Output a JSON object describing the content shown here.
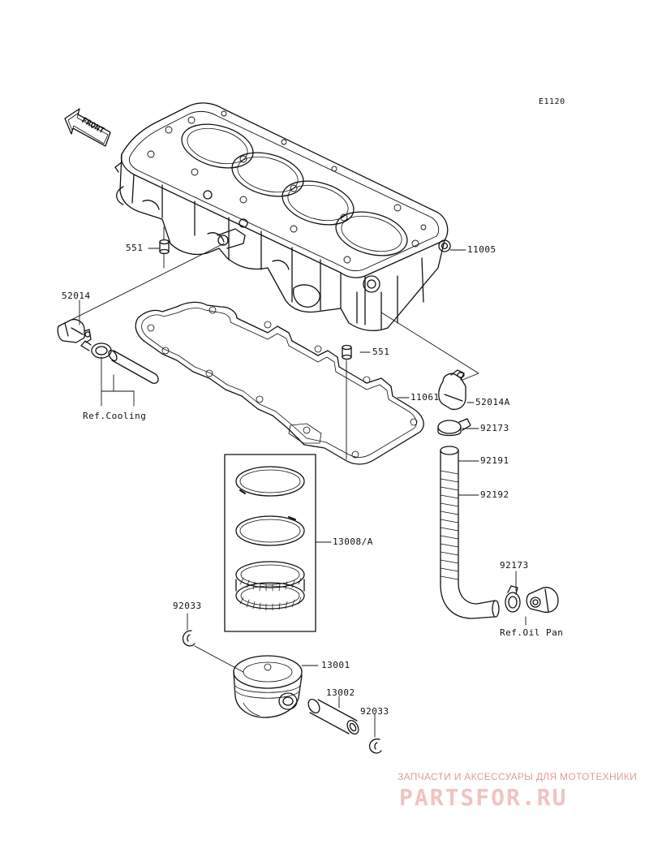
{
  "diagram": {
    "code": "E1120",
    "front_label": "FRONT",
    "parts": {
      "p11005": "11005",
      "p551a": "551",
      "p551b": "551",
      "p52014": "52014",
      "p52014a": "52014A",
      "p92173a": "92173",
      "p11061": "11061",
      "p92191": "92191",
      "p92192": "92192",
      "p13008": "13008/A",
      "p92173b": "92173",
      "p92033a": "92033",
      "p13001": "13001",
      "p13002": "13002",
      "p92033b": "92033"
    },
    "refs": {
      "cooling": "Ref.Cooling",
      "oil_pan": "Ref.Oil Pan"
    }
  },
  "watermark": {
    "tagline": "ЗАПЧАСТИ И АКСЕССУАРЫ ДЛЯ МОТОТЕХНИКИ",
    "logo": "PARTSFOR.RU"
  }
}
